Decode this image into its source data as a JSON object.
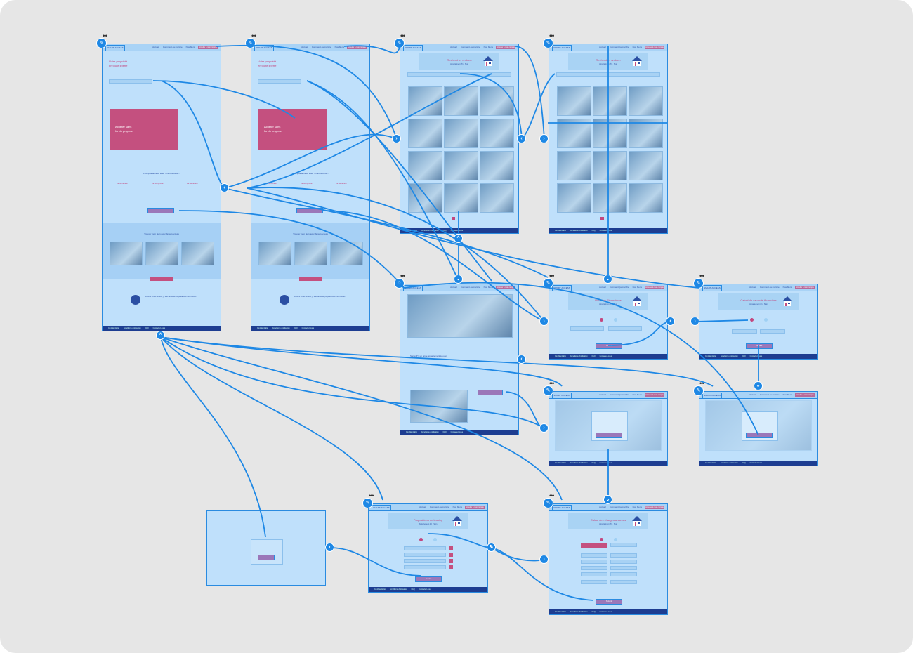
{
  "nav": {
    "items": [
      "Accueil",
      "Comment ça marche",
      "Nos biens"
    ],
    "cta": "Accéder à mon compte",
    "logo": "SMART ACCESS"
  },
  "footer": {
    "links": [
      "Confidentialité",
      "Conditions d'utilisation",
      "FAQ",
      "Contactez-nous"
    ]
  },
  "home": {
    "hero_title_1": "Votre propriété",
    "hero_title_2": "en toute liberté",
    "promo_title_1": "Acheter sans",
    "promo_title_2": "fonds propres",
    "why_title": "Pourquoi acheter avec Smart Access ?",
    "features": [
      "La flexibilité",
      "La simplicité",
      "La flexibilité"
    ],
    "find_title": "Trouver mon bien avec Smart Access",
    "testimonial": "Grâce à Smart Access, je suis devenue propriétaire en 30 minutes !"
  },
  "listing": {
    "title": "Rechercher un bien"
  },
  "detail": {
    "title": "Santé 4½ un large appartement à louer"
  },
  "steps": {
    "financial": "Données Financières",
    "capacity": "Calcul de capacité financière",
    "leasing": "Propositions de leasing",
    "charges": "Calcul des charges annexes",
    "subtitle": "Appartement 4½ · Sion",
    "next": "Suivant"
  },
  "colors": {
    "accent": "#1e88e5",
    "pink": "#c4507f",
    "navy": "#1d3d91",
    "artboard": "#bfe0fb"
  }
}
